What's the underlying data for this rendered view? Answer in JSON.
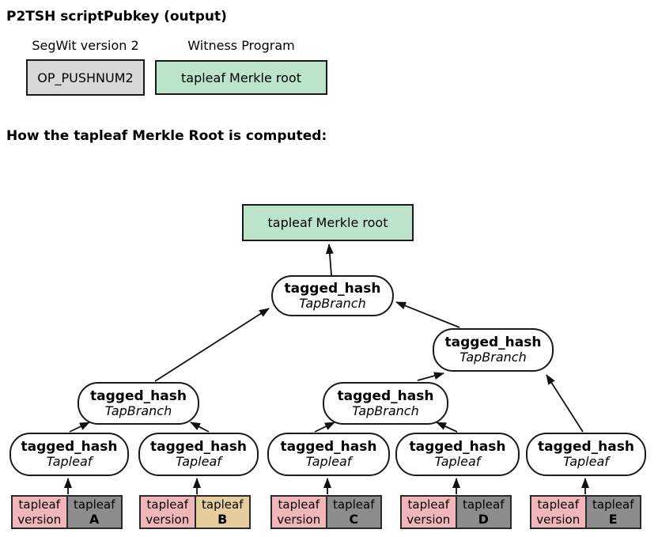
{
  "colors": {
    "green": "#bce4cb",
    "pink": "#f0b6ba",
    "tan": "#e6cd9d",
    "gray-dark": "#8d8d8d",
    "gray-light": "#d8d8d8",
    "border": "#1a1a1a"
  },
  "header": {
    "title": "P2TSH scriptPubkey (output)",
    "fields": [
      {
        "label": "SegWit version 2",
        "value": "OP_PUSHNUM2"
      },
      {
        "label": "Witness Program",
        "value": "tapleaf Merkle root"
      }
    ]
  },
  "tree_section": {
    "heading": "How the tapleaf Merkle Root is computed:",
    "root_label": "tapleaf Merkle root",
    "branches": [
      {
        "title": "tagged_hash",
        "subtitle": "TapBranch"
      },
      {
        "title": "tagged_hash",
        "subtitle": "TapBranch"
      },
      {
        "title": "tagged_hash",
        "subtitle": "TapBranch"
      },
      {
        "title": "tagged_hash",
        "subtitle": "TapBranch"
      }
    ],
    "leaves": [
      {
        "title": "tagged_hash",
        "subtitle": "Tapleaf"
      },
      {
        "title": "tagged_hash",
        "subtitle": "Tapleaf"
      },
      {
        "title": "tagged_hash",
        "subtitle": "Tapleaf"
      },
      {
        "title": "tagged_hash",
        "subtitle": "Tapleaf"
      },
      {
        "title": "tagged_hash",
        "subtitle": "Tapleaf"
      }
    ],
    "leaf_pairs": [
      {
        "version_label": "tapleaf version",
        "leaf_word": "tapleaf",
        "letter": "A",
        "fill": "gray"
      },
      {
        "version_label": "tapleaf version",
        "leaf_word": "tapleaf",
        "letter": "B",
        "fill": "tan"
      },
      {
        "version_label": "tapleaf version",
        "leaf_word": "tapleaf",
        "letter": "C",
        "fill": "gray"
      },
      {
        "version_label": "tapleaf version",
        "leaf_word": "tapleaf",
        "letter": "D",
        "fill": "gray"
      },
      {
        "version_label": "tapleaf version",
        "leaf_word": "tapleaf",
        "letter": "E",
        "fill": "gray"
      }
    ]
  }
}
